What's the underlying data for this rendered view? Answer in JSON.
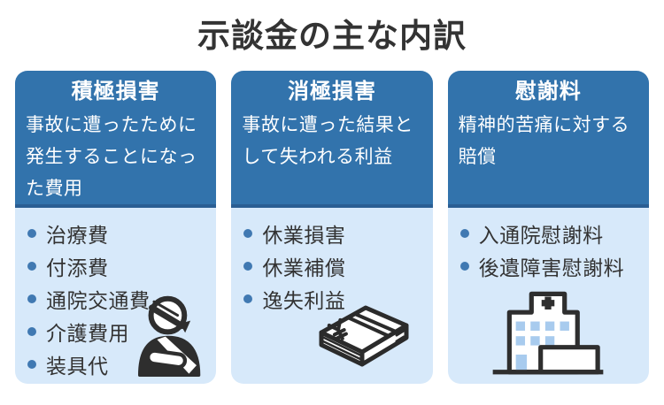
{
  "page": {
    "title": "示談金の主な内訳"
  },
  "colors": {
    "header_blue": "#3273ac",
    "divider_blue": "#2a5e93",
    "body_light_blue": "#d7e9fa",
    "bullet_blue": "#4079b2",
    "text_dark": "#333333",
    "text_white": "#ffffff",
    "icon_outline": "#2e2e2e",
    "window_blue": "#a8cbee"
  },
  "columns": [
    {
      "header": "積極損害",
      "description": "事故に遭ったために発生することになった費用",
      "items": [
        "治療費",
        "付添費",
        "通院交通費",
        "介護費用",
        "装具代"
      ],
      "icon": "injured-person-icon"
    },
    {
      "header": "消極損害",
      "description": "事故に遭った結果として失われる利益",
      "items": [
        "休業損害",
        "休業補償",
        "逸失利益"
      ],
      "icon": "money-stack-icon"
    },
    {
      "header": "慰謝料",
      "description": "精神的苦痛に対する賠償",
      "items": [
        "入通院慰謝料",
        "後遺障害慰謝料"
      ],
      "icon": "hospital-icon"
    }
  ]
}
